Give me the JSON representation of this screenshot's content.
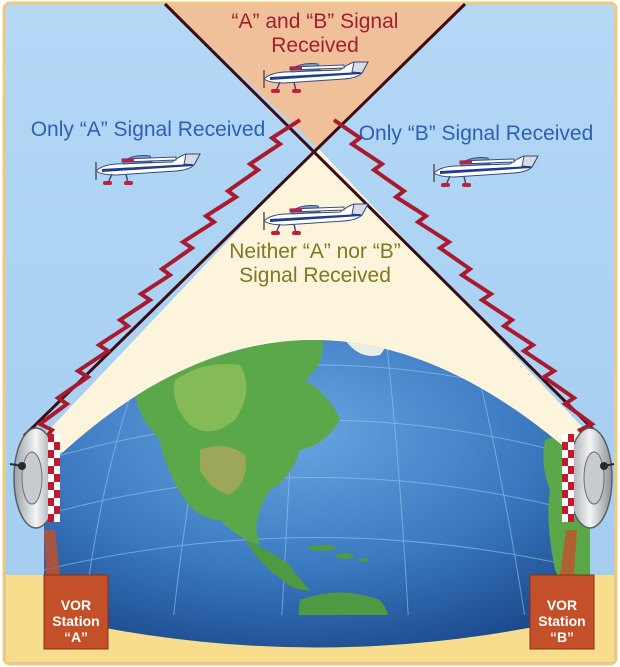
{
  "labels": {
    "both_line1": "“A” and “B” Signal",
    "both_line2": "Received",
    "only_a": "Only “A” Signal Received",
    "only_b": "Only “B” Signal Received",
    "neither_line1": "Neither “A” nor “B”",
    "neither_line2": "Signal Received"
  },
  "stations": [
    {
      "line1": "VOR",
      "line2": "Station",
      "line3": "“A”"
    },
    {
      "line1": "VOR",
      "line2": "Station",
      "line3": "“B”"
    }
  ],
  "colors": {
    "sky": "#a8d0f2",
    "both_zone": "#f0c09a",
    "neither_zone": "#fdf4dc",
    "ground": "#f7dd8c",
    "ocean": "#3a78c0",
    "land": "#5aa84a",
    "signal_edge": "#b01e32",
    "station_box": "#c4502a",
    "label_red": "#a0202f",
    "label_blue": "#2f5fb4",
    "label_olive": "#837624"
  },
  "icons": [
    "airplane-icon",
    "vor-antenna-icon",
    "globe-icon"
  ]
}
